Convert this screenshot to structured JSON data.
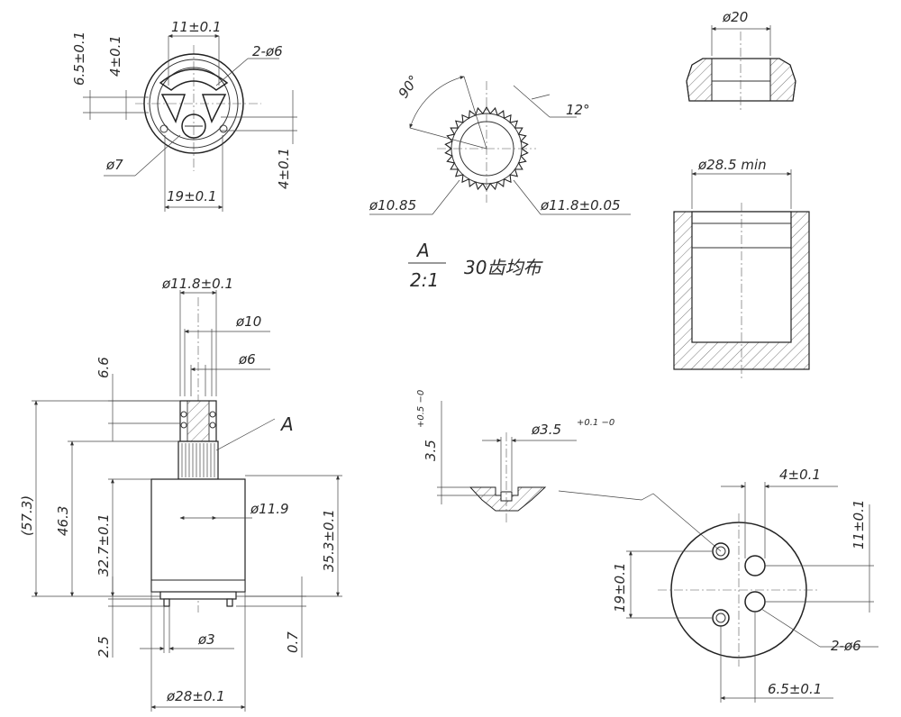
{
  "title": "",
  "views": {
    "top_view": {
      "dim_width": "11±0.1",
      "dim_holes": "2-ø6",
      "dim_height_outer": "6.5±0.1",
      "dim_height_inner": "4±0.1",
      "dim_hole_dia": "ø7",
      "dim_right": "4±0.1",
      "dim_bottom": "19±0.1"
    },
    "detail_a": {
      "angle_90": "90°",
      "angle_12": "12°",
      "dim_inner": "ø10.85",
      "dim_outer": "ø11.8±0.05",
      "label": "A",
      "scale": "2:1",
      "note": "30齿均布"
    },
    "cap_view": {
      "dim_top": "ø20"
    },
    "cup_view": {
      "dim_top": "ø28.5  min"
    },
    "side_view": {
      "dim_stem_outer": "ø11.8±0.1",
      "dim_stem_10": "ø10",
      "dim_stem_6": "ø6",
      "dim_6_6": "6.6",
      "label_a": "A",
      "dim_total": "(57.3)",
      "dim_46_3": "46.3",
      "dim_body_dia": "ø11.9",
      "dim_32_7": "32.7±0.1",
      "dim_35_3": "35.3±0.1",
      "dim_2_5": "2.5",
      "dim_pin": "ø3",
      "dim_0_7": "0.7",
      "dim_base": "ø28±0.1"
    },
    "seal_section": {
      "dim_height": "3.5",
      "dim_height_tol": "+0.5 −0",
      "dim_dia": "ø3.5",
      "dim_dia_tol": "+0.1 −0"
    },
    "bottom_view": {
      "dim_top": "4±0.1",
      "dim_right": "11±0.1",
      "dim_left": "19±0.1",
      "dim_holes": "2-ø6",
      "dim_bottom": "6.5±0.1"
    }
  }
}
